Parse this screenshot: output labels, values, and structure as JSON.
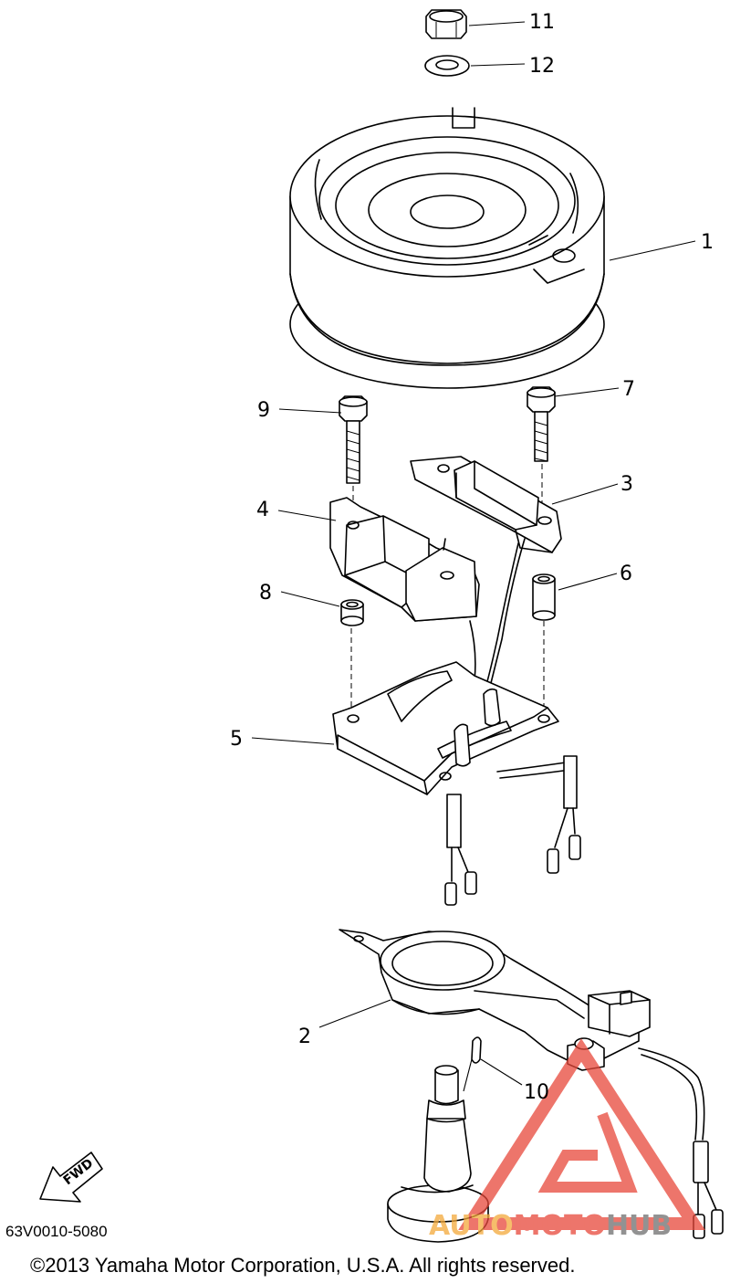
{
  "callouts": [
    "1",
    "2",
    "3",
    "4",
    "5",
    "6",
    "7",
    "8",
    "9",
    "10",
    "11",
    "12"
  ],
  "fwd_label": "FWD",
  "diagram_code": "63V0010-5080",
  "copyright": "©2013 Yamaha Motor Corporation, U.S.A. All rights reserved.",
  "watermark": {
    "part1": "AUTO",
    "part2": "MOTO",
    "part3": "HUB",
    "color_red": "#e8483a",
    "color_orange": "#f4a93a",
    "color_gray": "#6e6e6e"
  }
}
